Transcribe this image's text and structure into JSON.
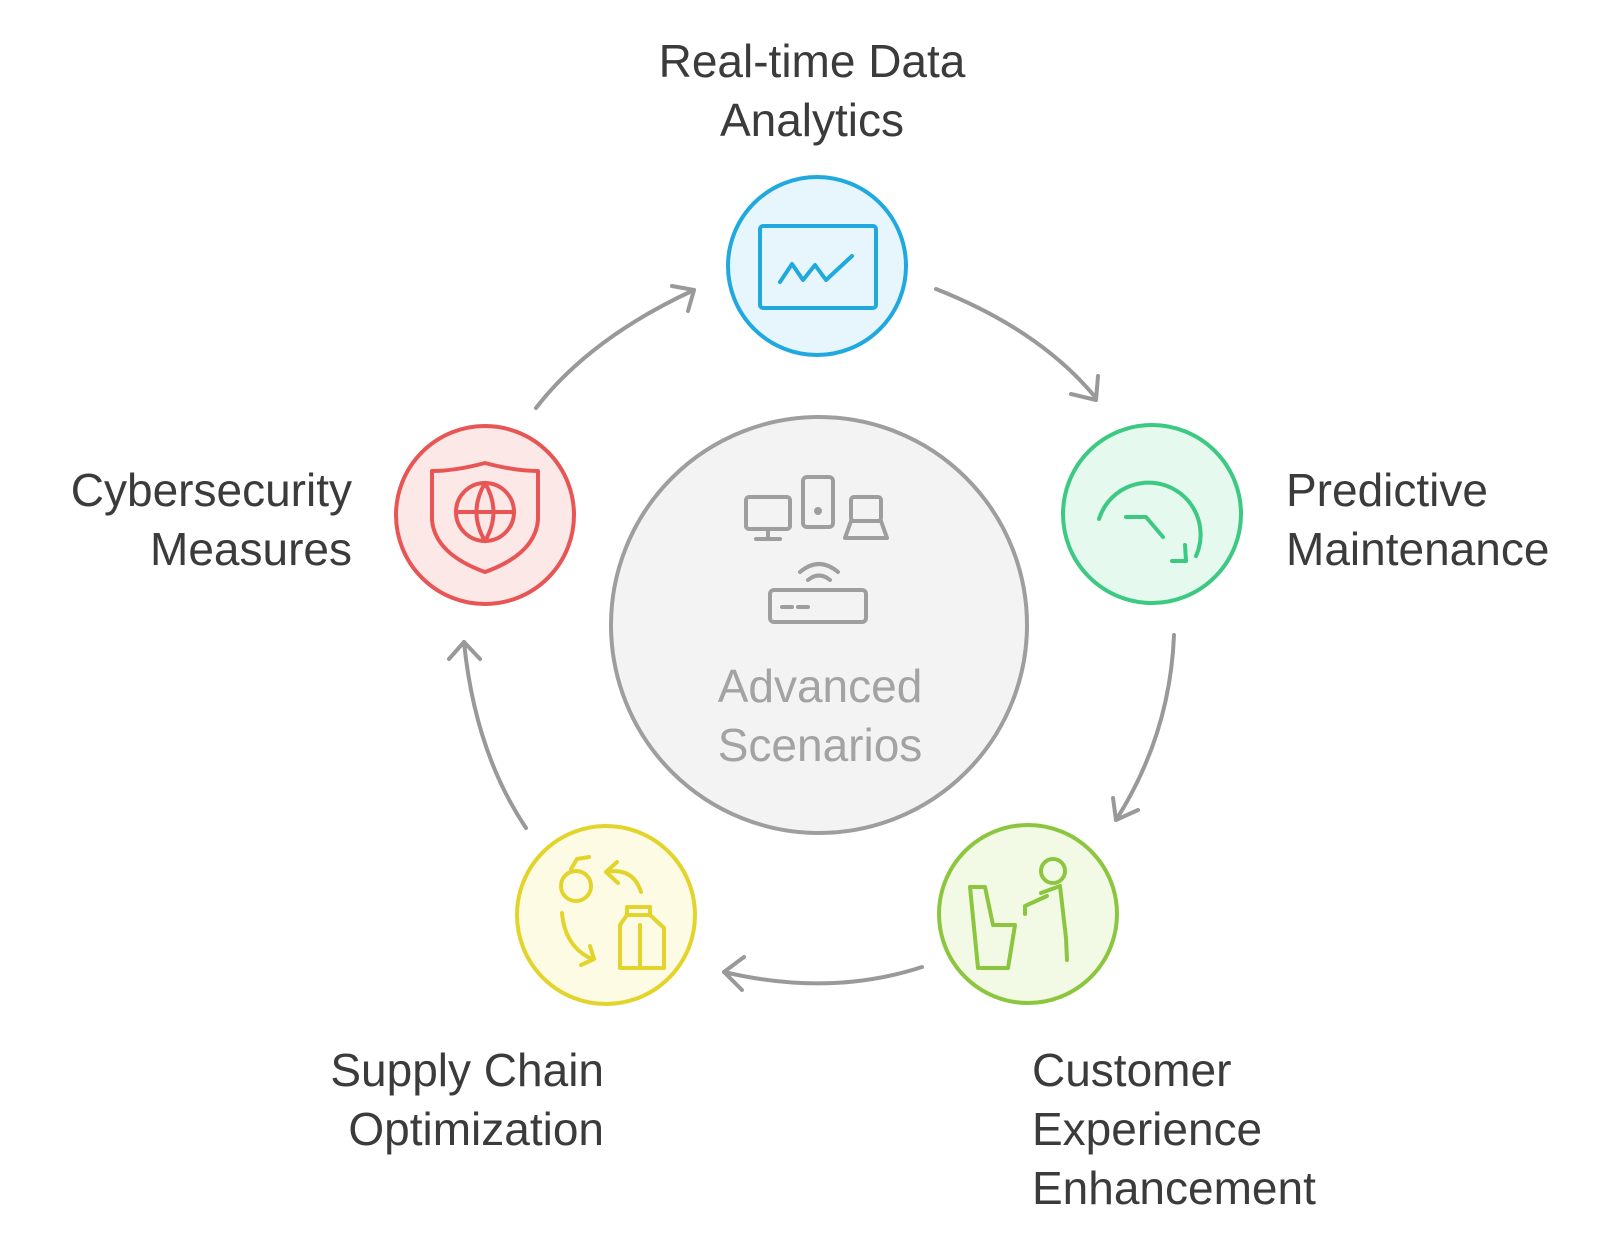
{
  "hub": {
    "title_lines": [
      "Advanced",
      "Scenarios"
    ],
    "icon": "network-devices-icon",
    "color": "#9e9e9e",
    "fill": "#f3f3f3"
  },
  "nodes": [
    {
      "id": "analytics",
      "label_lines": [
        "Real-time Data",
        "Analytics"
      ],
      "icon": "chart-monitor-icon",
      "color": "#1fa9de",
      "fill": "#e7f6fd"
    },
    {
      "id": "maintenance",
      "label_lines": [
        "Predictive",
        "Maintenance"
      ],
      "icon": "gauge-icon",
      "color": "#3cc982",
      "fill": "#e5f9ee"
    },
    {
      "id": "customer",
      "label_lines": [
        "Customer",
        "Experience",
        "Enhancement"
      ],
      "icon": "person-kiosk-icon",
      "color": "#8cc63f",
      "fill": "#f2fae6"
    },
    {
      "id": "supply",
      "label_lines": [
        "Supply Chain",
        "Optimization"
      ],
      "icon": "supply-cycle-icon",
      "color": "#e3d42b",
      "fill": "#fdfbe3"
    },
    {
      "id": "security",
      "label_lines": [
        "Cybersecurity",
        "Measures"
      ],
      "icon": "shield-globe-icon",
      "color": "#e85555",
      "fill": "#fde8e8"
    }
  ],
  "arrow_color": "#999999"
}
